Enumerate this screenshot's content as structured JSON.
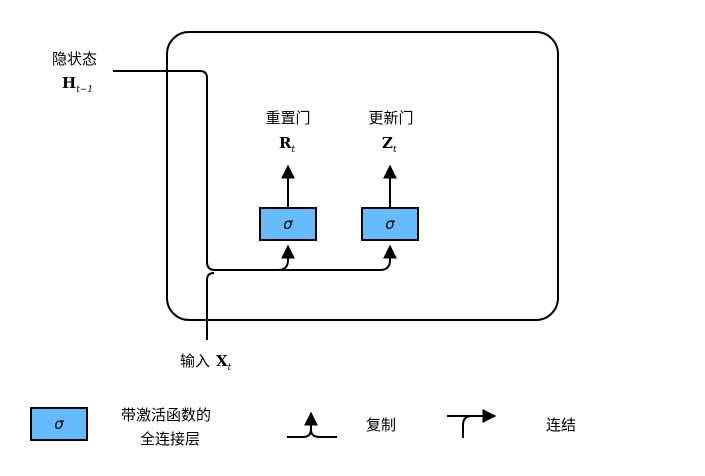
{
  "diagram": {
    "hidden_state": {
      "label": "隐状态",
      "symbol": "H",
      "subscript": "t−1"
    },
    "input": {
      "label": "输入",
      "symbol": "X",
      "subscript": "t"
    },
    "reset_gate": {
      "label": "重置门",
      "symbol": "R",
      "subscript": "t",
      "activation": "σ"
    },
    "update_gate": {
      "label": "更新门",
      "symbol": "Z",
      "subscript": "t",
      "activation": "σ"
    }
  },
  "legend": {
    "fc_layer": {
      "symbol": "σ",
      "label_line1": "带激活函数的",
      "label_line2": "全连接层"
    },
    "copy": {
      "label": "复制"
    },
    "concat": {
      "label": "连结"
    }
  },
  "colors": {
    "gate_fill": "#66bbff",
    "stroke": "#000000",
    "background": "#ffffff"
  }
}
